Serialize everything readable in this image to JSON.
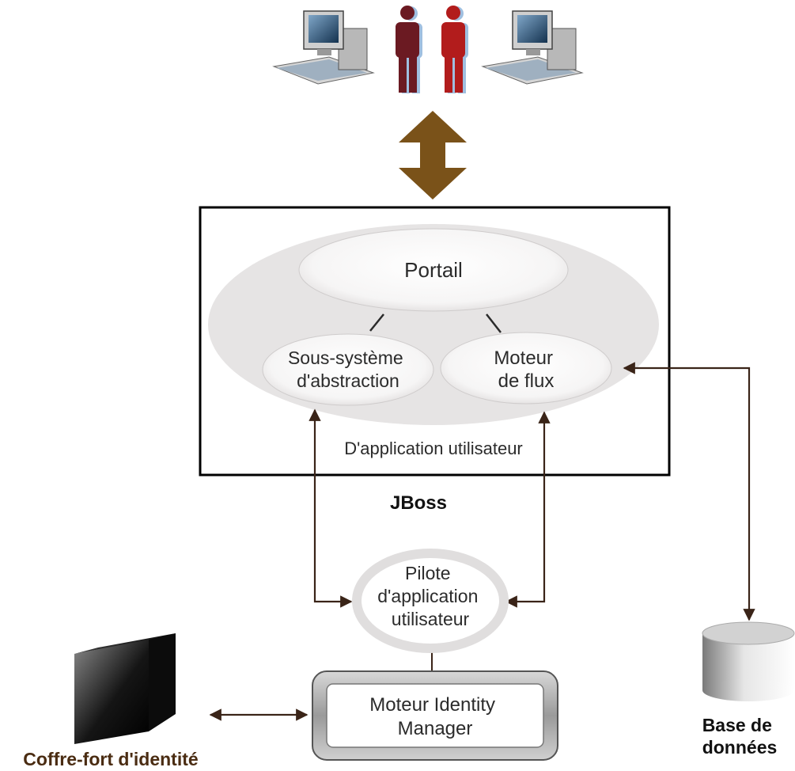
{
  "colors": {
    "background": "#ffffff",
    "server_border": "#000000",
    "oval_cloud": "#e6e4e4",
    "connector": "#3a2418",
    "big_arrow": "#7a5219",
    "user_left": "#6b1a22",
    "user_right": "#b21c1c",
    "caption_brown": "#4a2c12"
  },
  "icons": {
    "computer_left": "desktop-computer-icon",
    "user_left": "person-icon",
    "user_right": "person-icon",
    "computer_right": "desktop-computer-icon",
    "vault": "black-box-icon",
    "database": "cylinder-icon"
  },
  "nodes": {
    "portal": "Portail",
    "abstraction": [
      "Sous-système",
      "d'abstraction"
    ],
    "workflow": [
      "Moteur",
      "de flux"
    ],
    "user_app": "D'application utilisateur",
    "jboss": "JBoss",
    "driver": [
      "Pilote",
      "d'application",
      "utilisateur"
    ],
    "engine": [
      "Moteur Identity",
      "Manager"
    ],
    "vault_label": "Coffre-fort d'identité",
    "database_label": [
      "Base de",
      "données"
    ]
  }
}
